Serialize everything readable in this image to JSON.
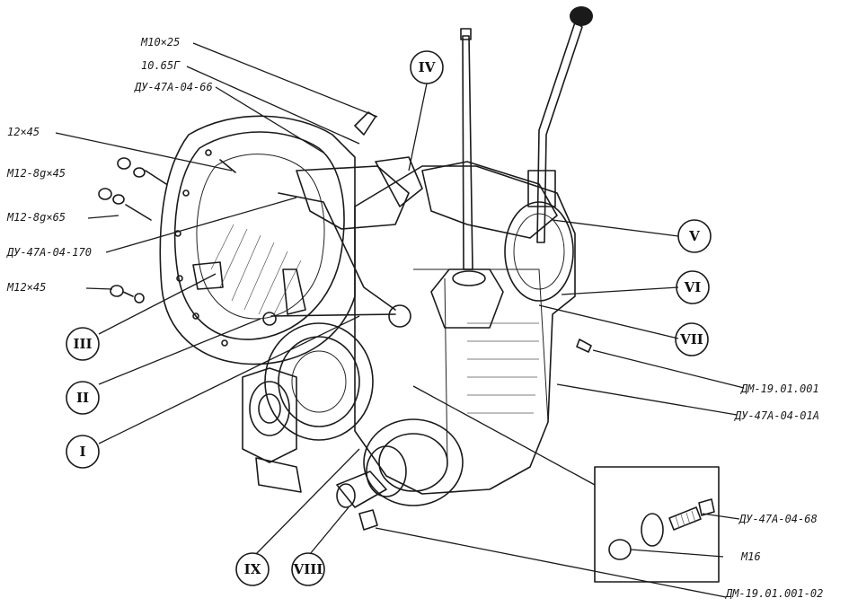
{
  "labels": {
    "m10x25": "M10×25",
    "p10_65g": "10.65Г",
    "du47a0466": "ДУ-47А-04-66",
    "p12x45": "12×45",
    "m12_8g_45": "M12-8g×45",
    "m12_8g_65": "M12-8g×65",
    "du47a04170": "ДУ-47А-04-170",
    "m12x45": "M12×45",
    "dm1901001": "ДМ-19.01.001",
    "du47a0401a": "ДУ-47А-04-01А",
    "du47a0468": "ДУ-47А-04-68",
    "m16": "M16",
    "dm1901001_02": "ДМ-19.01.001-02"
  },
  "callouts": [
    "I",
    "II",
    "III",
    "IV",
    "V",
    "VI",
    "VII",
    "VIII",
    "IX"
  ],
  "colors": {
    "ink": "#1a1a1a",
    "paper": "#ffffff"
  }
}
